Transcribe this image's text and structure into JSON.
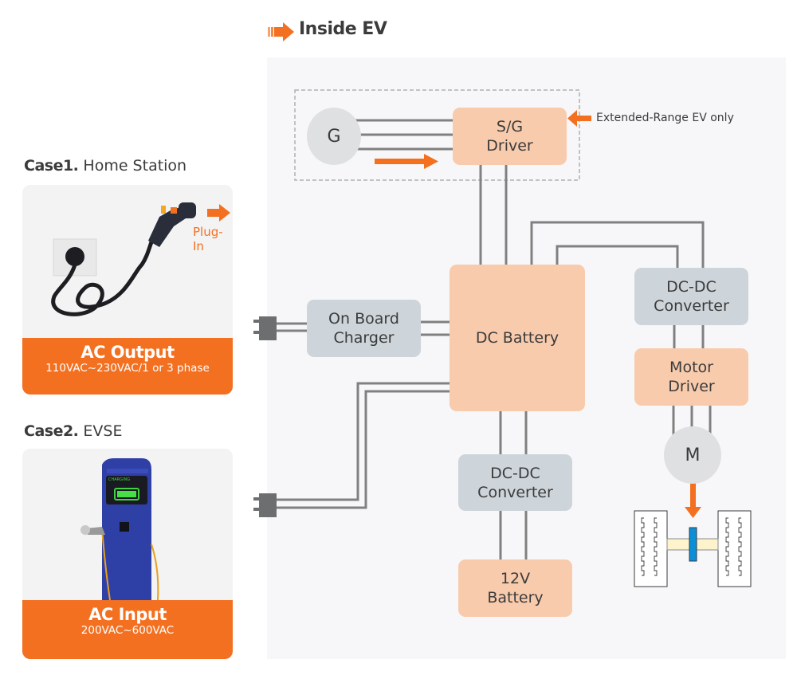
{
  "header": {
    "title": "Inside EV",
    "arrow_icon": "right-arrow-icon"
  },
  "colors": {
    "accent": "#f37021",
    "orange_box": "#f8cbad",
    "grey_box": "#cdd5db",
    "wire": "#808080",
    "panel": "#f7f7f9"
  },
  "cases": [
    {
      "number": "Case1.",
      "name": "Home Station",
      "band_title": "AC Output",
      "band_subtitle": "110VAC~230VAC/1 or 3 phase",
      "plug_label": "Plug-In"
    },
    {
      "number": "Case2.",
      "name": "EVSE",
      "band_title": "AC Input",
      "band_subtitle": "200VAC~600VAC",
      "screen_text": "CHARGING"
    }
  ],
  "diagram": {
    "generator": "G",
    "sg_driver": "S/G Driver",
    "sg_driver_lines": [
      "S/G",
      "Driver"
    ],
    "extended_note": "Extended-Range EV only",
    "on_board_charger_lines": [
      "On Board",
      "Charger"
    ],
    "dc_battery": "DC Battery",
    "dcdc_right_lines": [
      "DC-DC",
      "Converter"
    ],
    "motor_driver_lines": [
      "Motor",
      "Driver"
    ],
    "motor": "M",
    "dcdc_bottom_lines": [
      "DC-DC",
      "Converter"
    ],
    "battery_12v_lines": [
      "12V",
      "Battery"
    ]
  }
}
